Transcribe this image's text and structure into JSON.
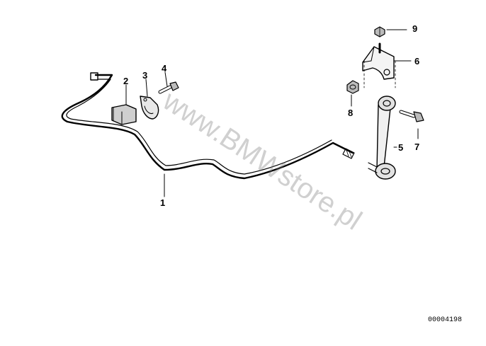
{
  "diagram": {
    "callouts": [
      {
        "id": "1",
        "label": "1"
      },
      {
        "id": "2",
        "label": "2"
      },
      {
        "id": "3",
        "label": "3"
      },
      {
        "id": "4",
        "label": "4"
      },
      {
        "id": "5",
        "label": "5"
      },
      {
        "id": "6",
        "label": "6"
      },
      {
        "id": "7",
        "label": "7"
      },
      {
        "id": "8",
        "label": "8"
      },
      {
        "id": "9",
        "label": "9"
      }
    ],
    "watermark": "www.BMWstore.pl",
    "diagram_number": "00004198"
  }
}
